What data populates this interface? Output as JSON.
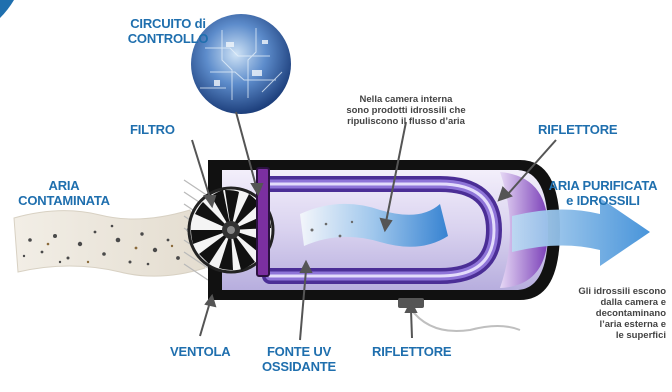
{
  "labels": {
    "circuit": [
      "CIRCUITO di",
      "CONTROLLO"
    ],
    "filter": "FILTRO",
    "reflector_top": "RIFLETTORE",
    "contaminated_air": [
      "ARIA",
      "CONTAMINATA"
    ],
    "purified_air": [
      "ARIA PURIFICATA",
      "e IDROSSILI"
    ],
    "fan": "VENTOLA",
    "uv_source": [
      "FONTE UV",
      "OSSIDANTE"
    ],
    "reflector_bottom": "RIFLETTORE"
  },
  "notes": {
    "inner_chamber": [
      "Nella camera interna",
      "sono prodotti idrossili che",
      "ripuliscono il flusso d’aria"
    ],
    "hydroxyls_exit": [
      "Gli idrossili escono",
      "dalla camera e",
      "decontaminano",
      "l’aria esterna e",
      "le superfici"
    ]
  },
  "colors": {
    "label_blue": "#1f6fae",
    "note_gray": "#444444",
    "uv_purple": "#6a3fb3",
    "lamp_violet": "#7b2fa0",
    "chamber_light": "#e8e4f6",
    "circuit_blue": "#3a6fb8"
  }
}
